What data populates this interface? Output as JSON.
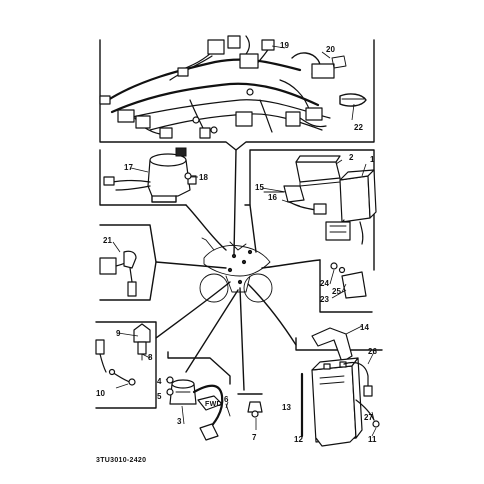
{
  "labels": {
    "l1": "1",
    "l2": "2",
    "l3": "3",
    "l4": "4",
    "l5": "5",
    "l6": "6",
    "l7": "7",
    "l8": "8",
    "l9": "9",
    "l10": "10",
    "l11": "11",
    "l12": "12",
    "l13": "13",
    "l14": "14",
    "l15": "15",
    "l16": "16",
    "l17": "17",
    "l18": "18",
    "l19": "19",
    "l20": "20",
    "l21": "21",
    "l22": "22",
    "l23": "23",
    "l24": "24",
    "l25": "25",
    "l26": "26",
    "l27": "27"
  },
  "diagram_code": "3TU3010-2420",
  "fwd_tag": "FWD"
}
